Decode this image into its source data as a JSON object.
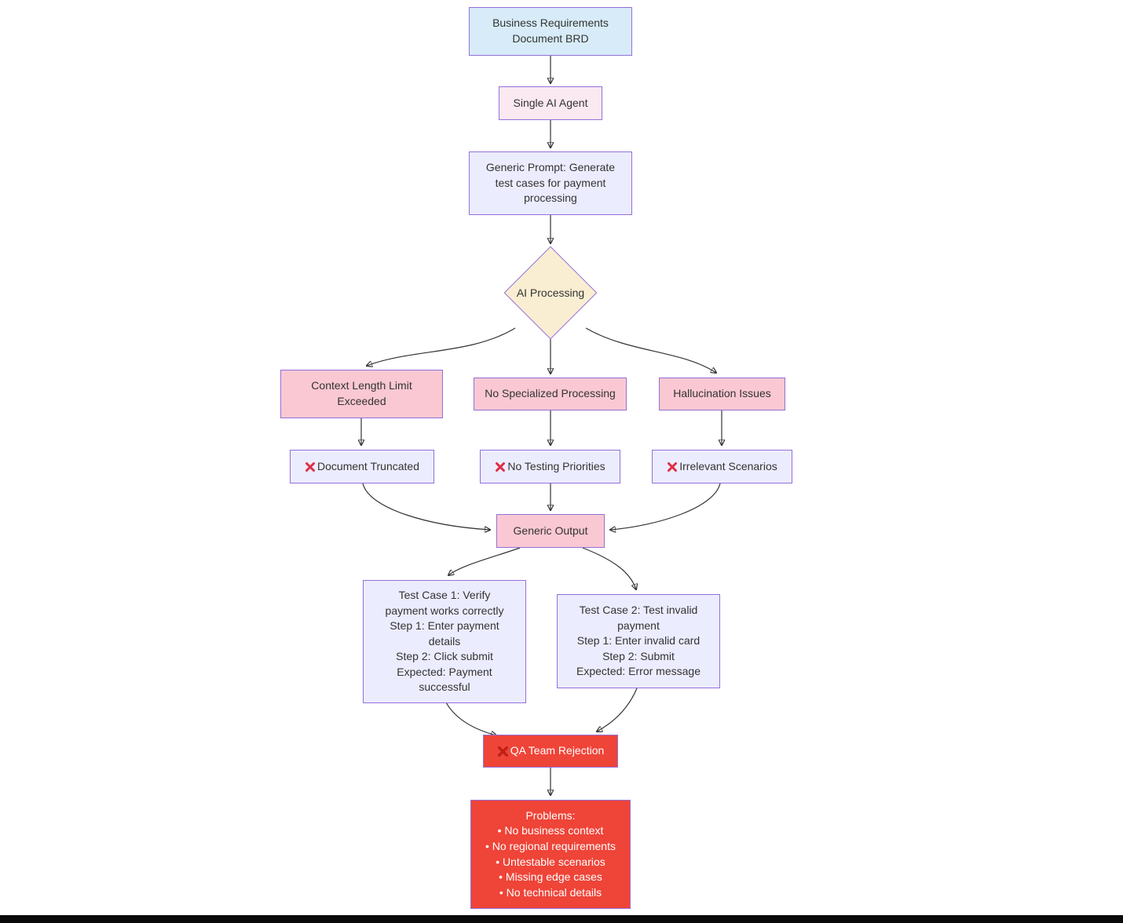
{
  "diagram": {
    "title": "Single AI agent test-case generation flowchart",
    "nodes": {
      "brd": {
        "label": [
          "Business Requirements",
          "Document BRD"
        ]
      },
      "agent": {
        "label": "Single AI Agent"
      },
      "prompt": {
        "label": [
          "Generic Prompt: Generate",
          "test cases for payment",
          "processing"
        ]
      },
      "decision": {
        "label": "AI Processing"
      },
      "issue_context": {
        "label": [
          "Context Length Limit",
          "Exceeded"
        ]
      },
      "issue_specialized": {
        "label": "No Specialized Processing"
      },
      "issue_hallucination": {
        "label": "Hallucination Issues"
      },
      "fail_truncated": {
        "icon": "cross-mark",
        "label": "Document Truncated"
      },
      "fail_priorities": {
        "icon": "cross-mark",
        "label": "No Testing Priorities"
      },
      "fail_scenarios": {
        "icon": "cross-mark",
        "label": "Irrelevant Scenarios"
      },
      "generic_output": {
        "label": "Generic Output"
      },
      "test_case_1": {
        "label": [
          "Test Case 1: Verify",
          "payment works correctly",
          "Step 1: Enter payment",
          "details",
          "Step 2: Click submit",
          "Expected: Payment",
          "successful"
        ]
      },
      "test_case_2": {
        "label": [
          "Test Case 2: Test invalid",
          "payment",
          "Step 1: Enter invalid card",
          "Step 2: Submit",
          "Expected: Error message"
        ]
      },
      "qa_rejection": {
        "icon": "cross-mark",
        "label": "QA Team Rejection"
      },
      "problems": {
        "label": [
          "Problems:",
          "• No business context",
          "• No regional requirements",
          "• Untestable scenarios",
          "• Missing edge cases",
          "• No technical details"
        ]
      }
    },
    "colors": {
      "blue_fill": "#d7ecf8",
      "pink_light_fill": "#fbe9f2",
      "lavender_fill": "#ececff",
      "cream_fill": "#faeed2",
      "pink_fill": "#fac8d3",
      "red_fill": "#ef4438",
      "border": "#9370db",
      "edge": "#333333",
      "cross": "#dd2e44",
      "cross_on_red": "#bf2018"
    }
  }
}
